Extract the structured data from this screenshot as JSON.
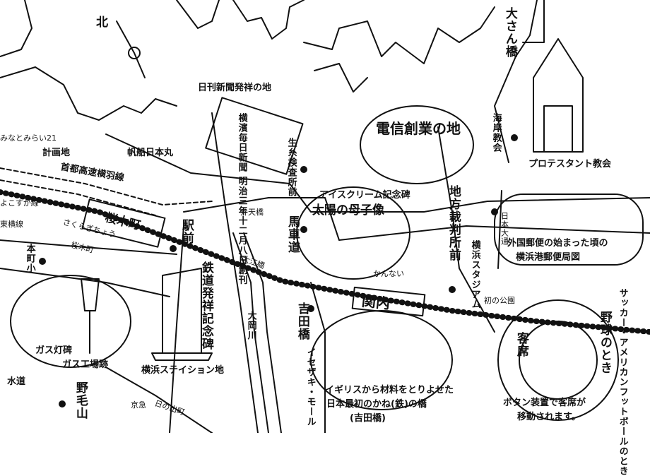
{
  "compass": {
    "north": "北"
  },
  "labels": {
    "minatomirai": "みなとみらい21",
    "keikakuchi": "計画地",
    "hansen": "帆船日本丸",
    "nikkan": "日刊新聞発祥の地",
    "shinbun_plaque": "横濱毎日新聞 明治三年十二月八日創刊",
    "ikoma": "生糸検査所前",
    "denshin": "電信創業の地",
    "kaigan": "海岸教会",
    "protestant": "プロテスタント教会",
    "oosan": "大さん橋",
    "shutoko": "首都高速横羽線",
    "yokosuka_line": "よこすか線",
    "tokadetsu": "東横線",
    "sakuragicho": "桜木町",
    "sakuragicho_sub": "さくらぎちょう",
    "eki_mae": "駅前",
    "bentenbashi": "弁天橋",
    "icecream": "アイスクリーム記念碑",
    "taiyo": "太陽の母子像",
    "basha": "馬車道",
    "chiho": "地方裁判所前",
    "nihon_odori": "日本大通",
    "gaikoku_yubin": "外国郵便の始まった頃の",
    "yokohama_yubin": "横浜港郵便局図",
    "honmachi": "本町小",
    "sakuragicho2": "桜木町",
    "tetsudo": "鉄道発祥記念碑",
    "oebashi": "大江橋",
    "kannai_small": "かんない",
    "yokohama_stadium": "横浜スタジアム",
    "hajime_koen": "初の公園",
    "ooka": "大岡川",
    "yoshidabashi": "吉田橋",
    "kannai": "関内",
    "gas": "ガス灯碑",
    "gas_koba": "ガス工場跡",
    "station_site": "横浜ステイション地",
    "isezaki": "イセザキ・モール",
    "british": "イギリスから材料をとりよせた",
    "tetsubashi": "日本最初のかね(鉄)の橋",
    "yoshida_paren": "(吉田橋)",
    "suido": "水道",
    "noge": "野毛山",
    "keikyu": "京急",
    "hinode": "日の出町",
    "soccer": "サッカー・アメリカンフットボールのとき",
    "kyakuseki": "客席",
    "yakyu": "野球のとき",
    "button": "ボタン装置で客席が",
    "idou": "移動されます。"
  },
  "colors": {
    "ink": "#111111",
    "paper": "#ffffff"
  }
}
